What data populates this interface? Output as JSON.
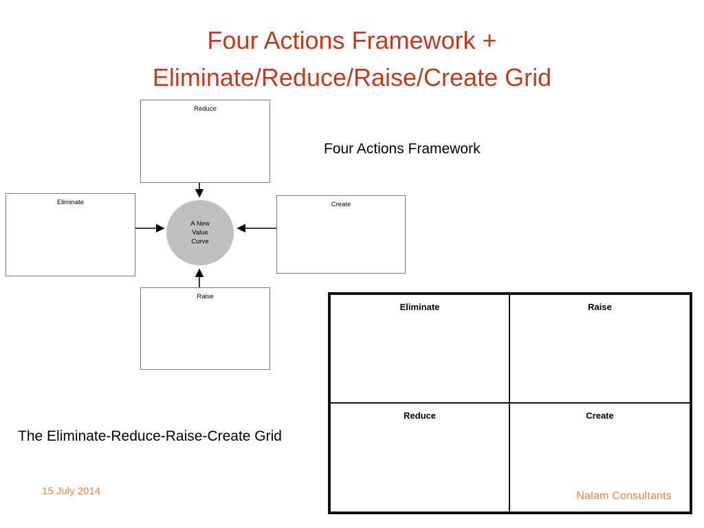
{
  "slide": {
    "title": "Four Actions Framework +\nEliminate/Reduce/Raise/Create Grid",
    "title_color": "#C43A1A",
    "date": "15 July 2014",
    "date_color": "#F08437",
    "background": "#ffffff"
  },
  "diagram": {
    "caption": "Four Actions Framework",
    "center": {
      "label": "A New\nValue\nCurve",
      "fill": "#c0c0c0"
    },
    "boxes": [
      {
        "key": "reduce",
        "label": "Reduce"
      },
      {
        "key": "eliminate",
        "label": "Eliminate"
      },
      {
        "key": "create",
        "label": "Create"
      },
      {
        "key": "raise",
        "label": "Raise"
      }
    ],
    "arrows": [
      {
        "from": "reduce",
        "to": "center",
        "direction": "down"
      },
      {
        "from": "eliminate",
        "to": "center",
        "direction": "right"
      },
      {
        "from": "create",
        "to": "center",
        "direction": "left"
      },
      {
        "from": "raise",
        "to": "center",
        "direction": "up"
      }
    ],
    "box_border_color": "#7a7a7a"
  },
  "grid": {
    "caption": "The Eliminate-Reduce-Raise-Create Grid",
    "cells": [
      {
        "key": "eliminate",
        "label": "Eliminate",
        "content": ""
      },
      {
        "key": "raise",
        "label": "Raise",
        "content": ""
      },
      {
        "key": "reduce",
        "label": "Reduce",
        "content": ""
      },
      {
        "key": "create",
        "label": "Create",
        "content": ""
      }
    ],
    "brand": "Nalam Consultants",
    "brand_color": "#E8833A",
    "border_color": "#111111"
  }
}
